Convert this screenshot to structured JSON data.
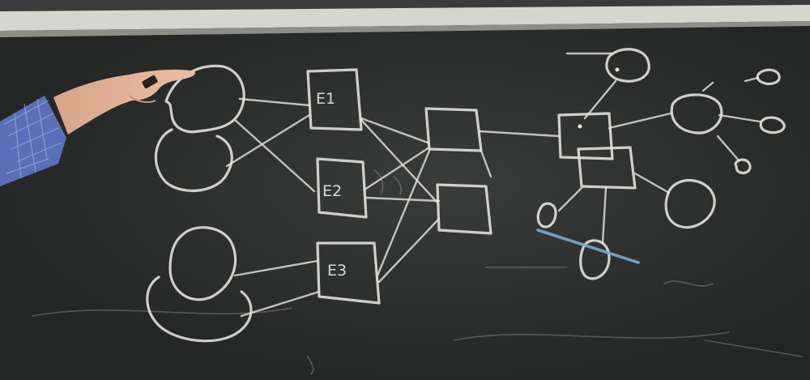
{
  "board": {
    "color": "#2c2e2d",
    "chalk_color": "#e6e6df",
    "accent_chalk_color": "#7fa3d6",
    "frame_color": "#d6d6d0"
  },
  "diagram": {
    "edge_switch_labels": [
      "E1",
      "E2",
      "E3"
    ]
  }
}
